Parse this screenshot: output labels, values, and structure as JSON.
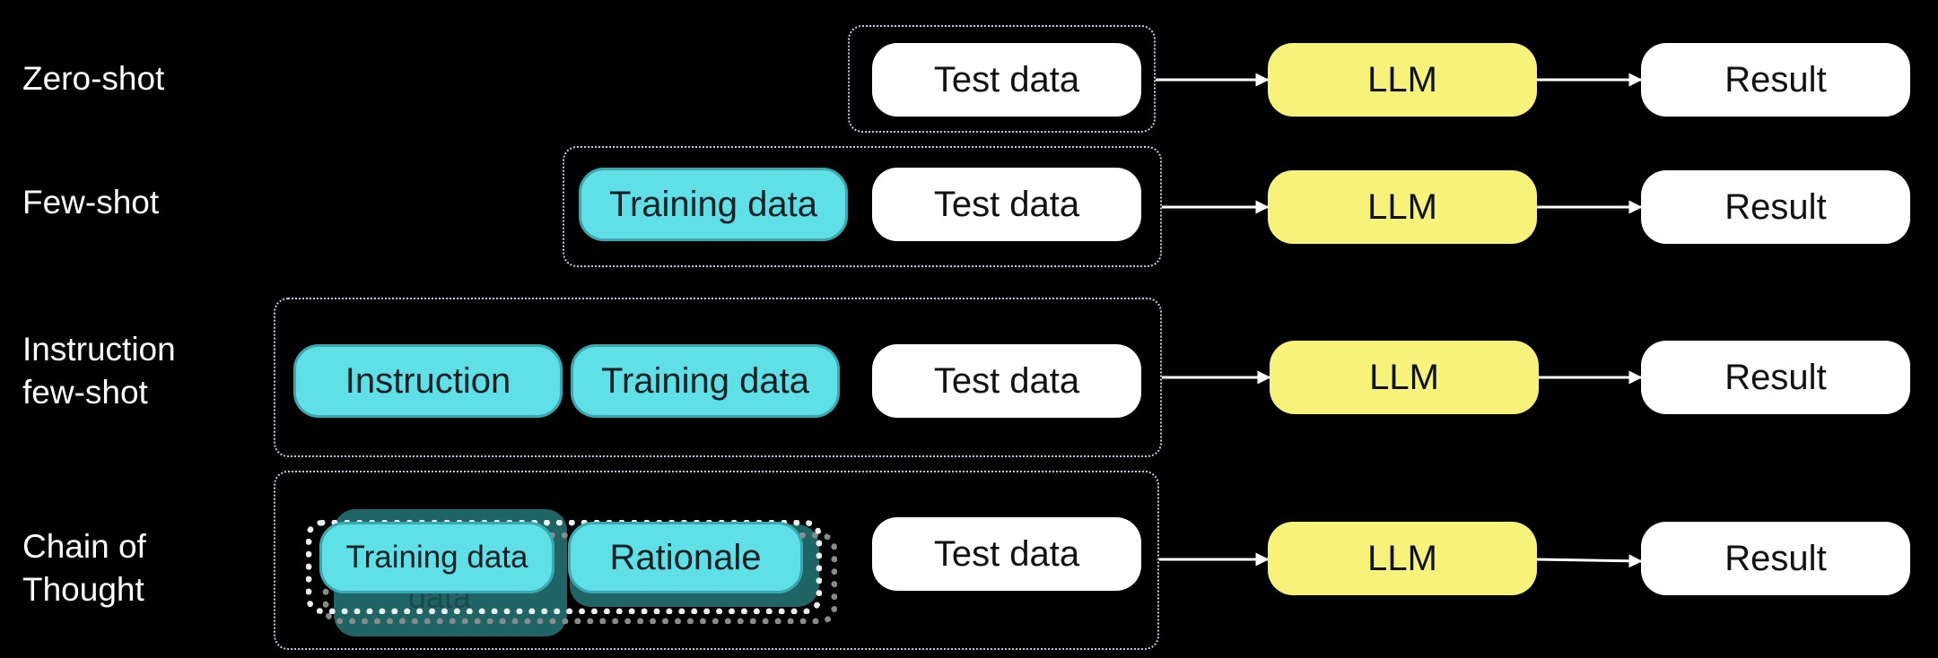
{
  "rows": [
    {
      "label": "Zero-shot",
      "test": "Test data",
      "llm": "LLM",
      "result": "Result"
    },
    {
      "label": "Few-shot",
      "training": "Training data",
      "test": "Test data",
      "llm": "LLM",
      "result": "Result"
    },
    {
      "label": "Instruction\nfew-shot",
      "instruction": "Instruction",
      "training": "Training data",
      "test": "Test data",
      "llm": "LLM",
      "result": "Result"
    },
    {
      "label": "Chain of\nThought",
      "training": "Training data",
      "ghost_text": "data",
      "rationale": "Rationale",
      "test": "Test data",
      "llm": "LLM",
      "result": "Result"
    }
  ],
  "colors": {
    "test": "#ffffff",
    "llm": "#f6f27a",
    "result": "#ffffff",
    "context": "#5fe0e6",
    "background": "#000000"
  }
}
